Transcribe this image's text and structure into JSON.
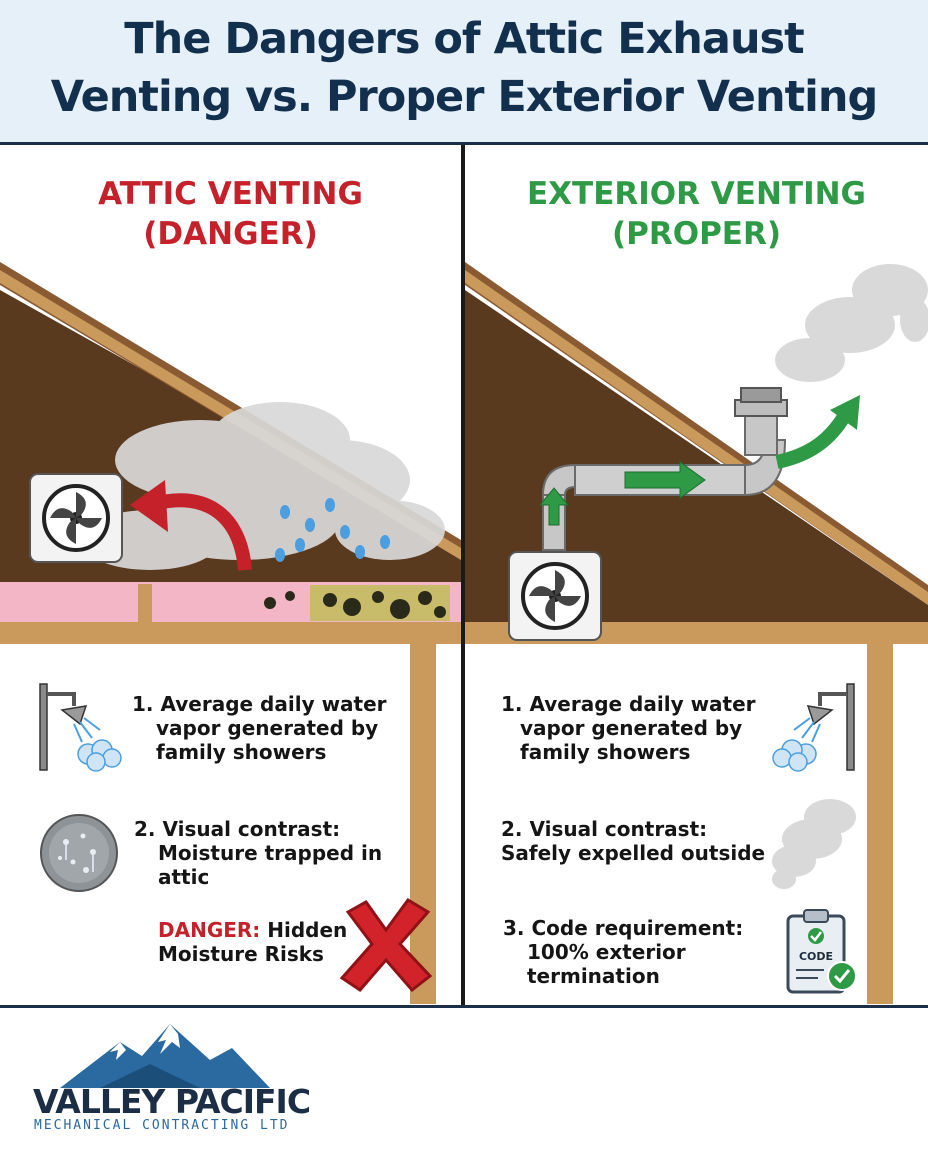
{
  "header": {
    "title_line1": "The Dangers of Attic Exhaust",
    "title_line2": "Venting vs. Proper Exterior Venting"
  },
  "left_panel": {
    "heading_line1": "ATTIC VENTING",
    "heading_line2": "(DANGER)",
    "items": [
      {
        "number": "1.",
        "lines": [
          "Average daily water",
          "vapor generated by",
          "family showers"
        ],
        "icon": "shower-icon"
      },
      {
        "number": "2.",
        "lines": [
          "Visual contrast:",
          "Moisture trapped in",
          "attic"
        ],
        "icon": "foggy-window-icon"
      }
    ],
    "warning": {
      "label": "DANGER:",
      "line1_rest": "Hidden",
      "line2": "Moisture Risks",
      "icon": "red-x-icon"
    }
  },
  "right_panel": {
    "heading_line1": "EXTERIOR VENTING",
    "heading_line2": "(PROPER)",
    "items": [
      {
        "number": "1.",
        "lines": [
          "Average daily water",
          "vapor generated by",
          "family showers"
        ],
        "icon": "shower-icon"
      },
      {
        "number": "2.",
        "lines": [
          "Visual contrast:",
          "Safely expelled outside"
        ],
        "icon": "steam-cloud-icon"
      },
      {
        "number": "3.",
        "lines": [
          "Code requirement:",
          "100% exterior",
          "termination"
        ],
        "icon": "code-clipboard-icon"
      }
    ],
    "clipboard_text": "CODE"
  },
  "logo": {
    "brand": "VALLEY PACIFIC",
    "subtitle": "MECHANICAL CONTRACTING LTD",
    "icon": "mountain-logo-icon"
  },
  "colors": {
    "navy": "#12304d",
    "danger_red": "#c4212a",
    "proper_green": "#2e9a45",
    "attic_brown": "#5a3a1f",
    "wood": "#c99a5b",
    "insulation_pink": "#f2b6c6"
  }
}
